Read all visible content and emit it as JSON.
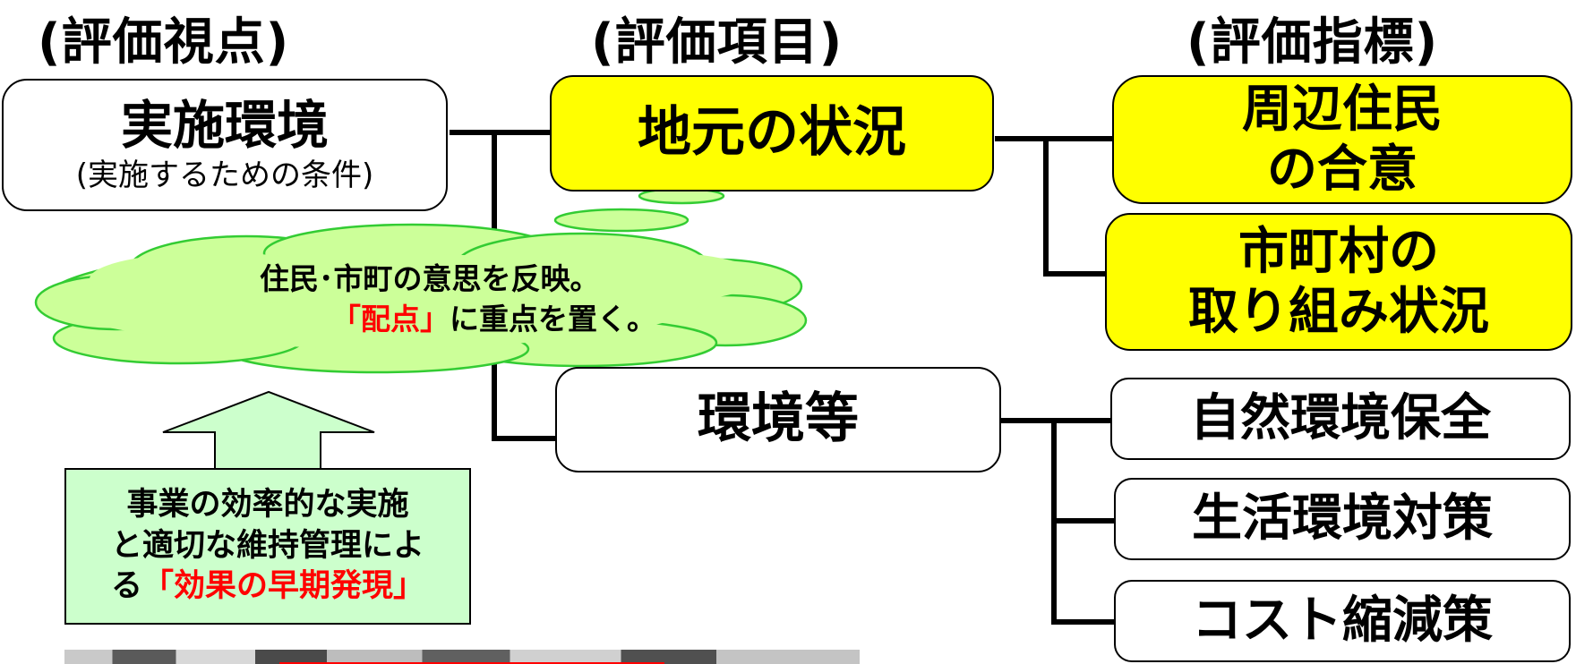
{
  "headers": {
    "perspective": "(評価視点)",
    "item": "(評価項目)",
    "indicator": "(評価指標)"
  },
  "perspective_box": {
    "title": "実施環境",
    "subtitle": "(実施するための条件)"
  },
  "items": {
    "local": "地元の状況",
    "environment": "環境等"
  },
  "indicators": {
    "consensus_line1": "周辺住民",
    "consensus_line2": "の合意",
    "municipal_line1": "市町村の",
    "municipal_line2": "取り組み状況",
    "nature": "自然環境保全",
    "living": "生活環境対策",
    "cost": "コスト縮減策"
  },
  "cloud": {
    "line1": "住民･市町の意思を反映。",
    "line2_red": "「配点」",
    "line2_black": "に重点を置く。"
  },
  "note": {
    "line1": "事業の効率的な実施",
    "line2": "と適切な維持管理によ",
    "line3_black": "る",
    "line3_red": "「効果の早期発現」"
  },
  "colors": {
    "highlight": "#ffff00",
    "cloud_fill": "#ccff99",
    "cloud_stroke": "#33cc33",
    "note_fill": "#ccffcc",
    "accent_red": "#ff0000"
  }
}
